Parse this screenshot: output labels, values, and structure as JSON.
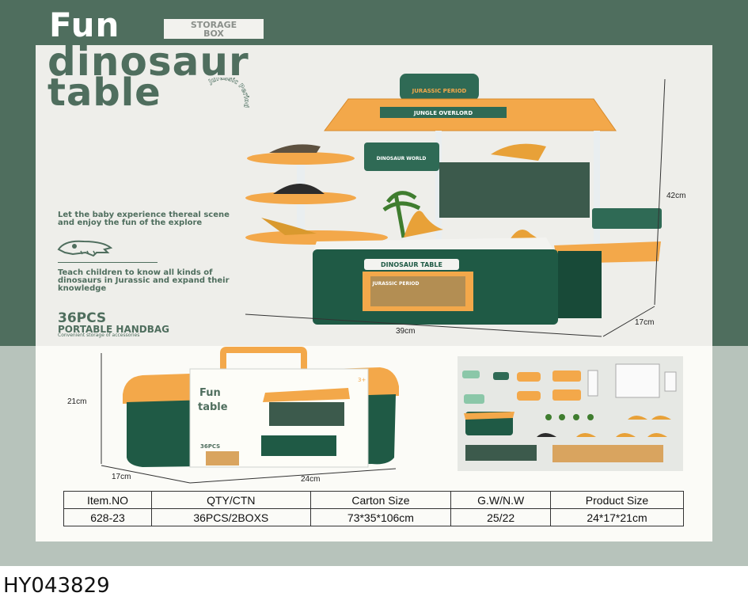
{
  "header": {
    "title_fun": "Fun",
    "storage_line1": "STORAGE",
    "storage_line2": "BOX",
    "title_line2": "dinosaur",
    "title_line3": "table",
    "arc_text": "Jurassic Period"
  },
  "copy": {
    "desc1": "Let the baby experience thereal scene and enjoy the fun of the explore",
    "desc2": "Teach children to know all kinds of dinosaurs in Jurassic and expand their knowledge",
    "pcs": "36PCS",
    "handbag": "PORTABLE HANDBAG",
    "convenient": "Convenient storage of accessories"
  },
  "product": {
    "sign_top": "JURASSIC PERIOD",
    "roof_label": "JUNGLE OVERLORD",
    "panel_label": "DINOSAUR WORLD",
    "table_label": "DINOSAUR TABLE",
    "drawer_label": "JURASSIC PERIOD",
    "dim_height": "42cm",
    "dim_width": "39cm",
    "dim_depth": "17cm"
  },
  "box": {
    "fun": "Fun",
    "table": "table",
    "pcs": "36PCS",
    "age": "3+",
    "dim_height": "21cm",
    "dim_depth": "17cm",
    "dim_width": "24cm"
  },
  "specs": {
    "headers": [
      "Item.NO",
      "QTY/CTN",
      "Carton Size",
      "G.W/N.W",
      "Product Size"
    ],
    "values": [
      "628-23",
      "36PCS/2BOXS",
      "73*35*106cm",
      "25/22",
      "24*17*21cm"
    ]
  },
  "footer_code": "HY043829",
  "colors": {
    "green": "#4f6e5e",
    "dark_green": "#1f5a45",
    "orange": "#f3a84a"
  }
}
